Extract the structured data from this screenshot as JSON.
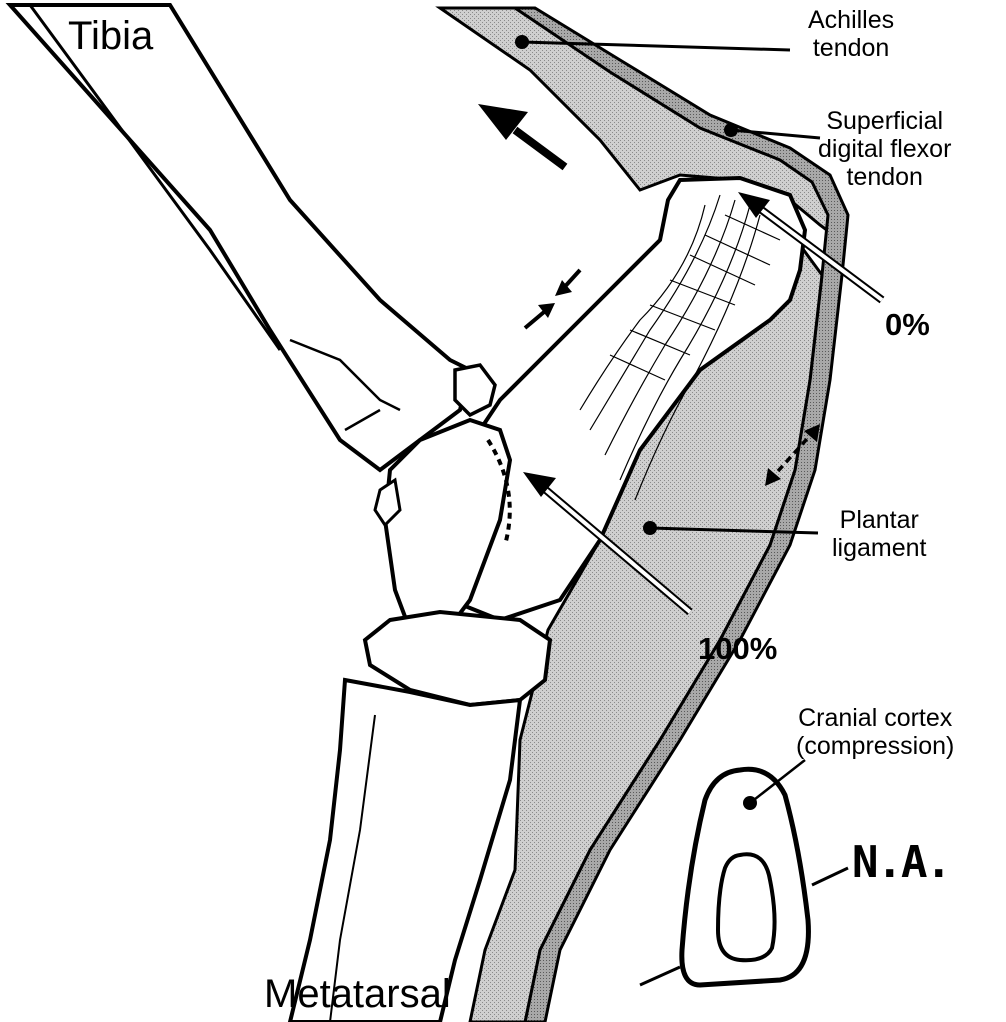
{
  "labels": {
    "tibia": "Tibia",
    "metatarsal": "Metatarsal",
    "achilles_tendon": [
      "Achilles",
      "tendon"
    ],
    "superficial_digital_flexor_tendon": [
      "Superficial",
      "digital flexor",
      "tendon"
    ],
    "plantar_ligament": [
      "Plantar",
      "ligament"
    ],
    "cranial_cortex": [
      "Cranial cortex",
      "(compression)"
    ],
    "neutral_axis": "N.A.",
    "percent_zero": "0%",
    "percent_hundred": "100%"
  },
  "colors": {
    "ink": "#000000",
    "tendon_fill": "#c4c4c4",
    "tendon_fill_dark": "#9a9a9a",
    "bone_fill": "#ffffff"
  },
  "icons": {
    "tension_arrow": "large-arrow-up-left",
    "compression_arrows": "double-arrow-pointing-inward",
    "tension_arrows_plantar": "dashed-double-arrow-outward"
  }
}
